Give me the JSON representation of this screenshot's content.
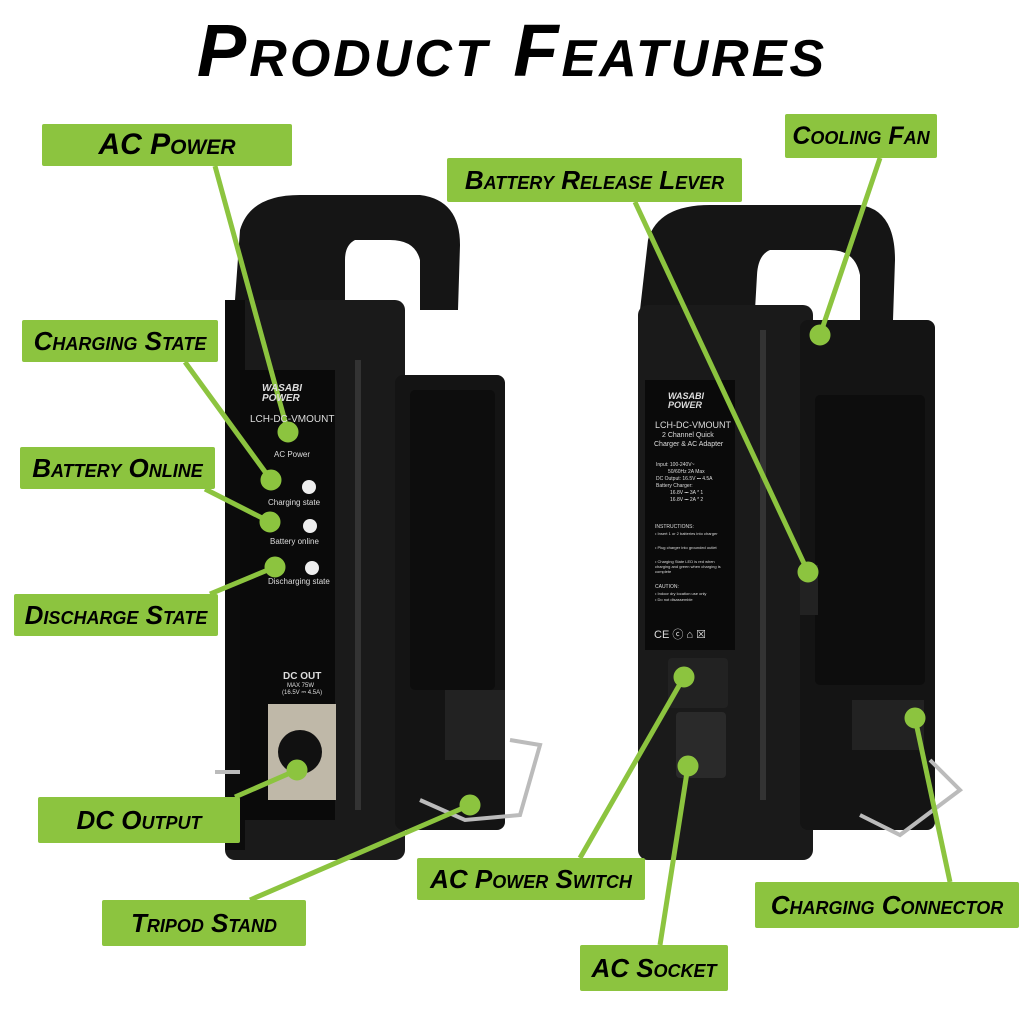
{
  "title": "Product Features",
  "callouts": {
    "ac_power": "AC Power",
    "charging_state": "Charging State",
    "battery_online": "Battery Online",
    "discharge_state": "Discharge State",
    "dc_output": "DC Output",
    "tripod_stand": "Tripod Stand",
    "ac_power_switch": "AC Power Switch",
    "ac_socket": "AC Socket",
    "battery_release_lever": "Battery Release Lever",
    "cooling_fan": "Cooling Fan",
    "charging_connector": "Charging Connector"
  },
  "left_device": {
    "brand": "WASABI POWER",
    "model": "LCH-DC-VMOUNT",
    "led_ac_power": "AC Power",
    "led_charging": "Charging state",
    "led_battery": "Battery online",
    "led_discharging": "Discharging state",
    "dc_out": "DC OUT",
    "dc_max": "MAX 75W",
    "dc_spec": "(16.5V ⎓ 4.5A)"
  },
  "right_device": {
    "brand": "WASABI POWER",
    "model": "LCH-DC-VMOUNT",
    "desc1": "2 Channel Quick",
    "desc2": "Charger & AC Adapter",
    "spec1": "Input: 100-240V~",
    "spec2": "50/60Hz 2A Max",
    "spec3": "DC Output: 16.5V ⎓ 4.5A",
    "spec4": "Battery Charger:",
    "spec5": "16.8V ⎓ 3A * 1",
    "spec6": "16.8V ⎓ 2A * 2",
    "instr_title": "INSTRUCTIONS:",
    "instr1": "• Insert 1 or 2 batteries into charger",
    "instr2": "• Plug charger into grounded outlet",
    "instr3": "• Charging State LED is red when charging and green when charging is complete",
    "caution_title": "CAUTION:",
    "caution1": "• Indoor dry location use only",
    "caution2": "• Do not disassemble",
    "marks": "CE ⓒ ⌂ ☒"
  },
  "colors": {
    "accent": "#8cc43f",
    "device": "#111111"
  }
}
